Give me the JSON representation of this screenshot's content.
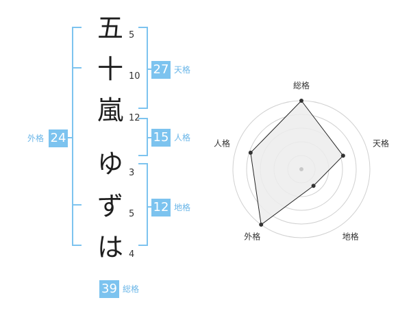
{
  "name": {
    "characters": [
      {
        "char": "五",
        "strokes": "5"
      },
      {
        "char": "十",
        "strokes": "10"
      },
      {
        "char": "嵐",
        "strokes": "12"
      },
      {
        "char": "ゆ",
        "strokes": "3"
      },
      {
        "char": "ず",
        "strokes": "5"
      },
      {
        "char": "は",
        "strokes": "4"
      }
    ]
  },
  "scores": {
    "tenkaku": {
      "value": "27",
      "label": "天格"
    },
    "jinkaku": {
      "value": "15",
      "label": "人格"
    },
    "chikaku": {
      "value": "12",
      "label": "地格"
    },
    "gaikaku": {
      "value": "24",
      "label": "外格"
    },
    "soukaku": {
      "value": "39",
      "label": "総格"
    }
  },
  "colors": {
    "accent": "#7cc3ef",
    "polygon_fill": "#ececec",
    "line": "#222222"
  },
  "chart_data": {
    "type": "radar",
    "axes": [
      "総格",
      "天格",
      "地格",
      "外格",
      "人格"
    ],
    "values": [
      5,
      3.2,
      1.5,
      5,
      3.9
    ],
    "max": 5,
    "rings": 5
  }
}
